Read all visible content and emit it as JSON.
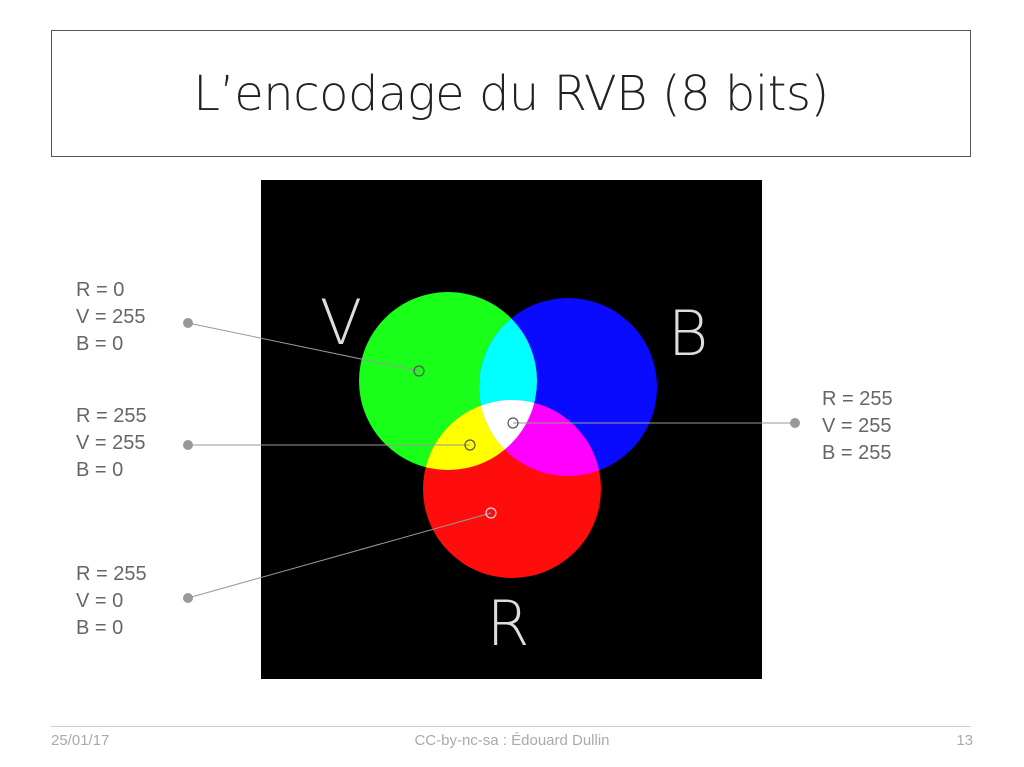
{
  "slide": {
    "title": "L’encodage du RVB (8 bits)"
  },
  "diagram": {
    "circle_letters": {
      "green": "V",
      "blue": "B",
      "red": "R"
    },
    "colors": {
      "background": "#000000",
      "red": "#ff0d0d",
      "green": "#1aff1a",
      "blue": "#0a0aff",
      "cyan": "#00ffff",
      "magenta": "#ff00ff",
      "yellow": "#ffff00",
      "white": "#ffffff",
      "callout": "#999999"
    },
    "callouts": [
      {
        "lines": [
          "R = 0",
          "V = 255",
          "B = 0"
        ]
      },
      {
        "lines": [
          "R = 255",
          "V = 255",
          "B = 0"
        ]
      },
      {
        "lines": [
          "R = 255",
          "V = 0",
          "B = 0"
        ]
      },
      {
        "lines": [
          "R = 255",
          "V = 255",
          "B = 255"
        ]
      }
    ]
  },
  "footer": {
    "date": "25/01/17",
    "license": "CC-by-nc-sa : Édouard Dullin",
    "page_number": "13"
  }
}
